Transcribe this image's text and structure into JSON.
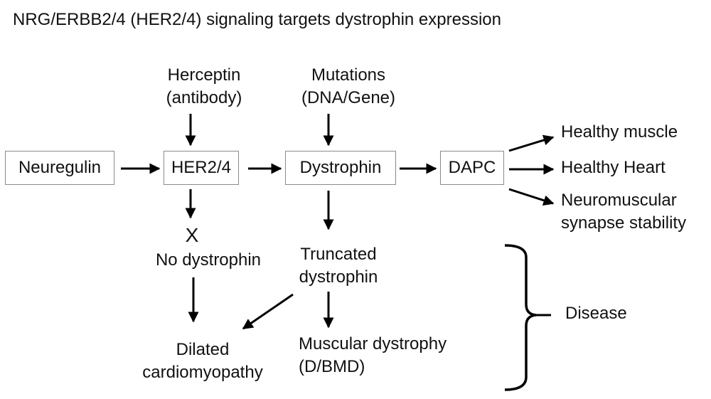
{
  "title": "NRG/ERBB2/4 (HER2/4) signaling targets dystrophin expression",
  "nodes": {
    "neuregulin": "Neuregulin",
    "her": "HER2/4",
    "dystrophin": "Dystrophin",
    "dapc": "DAPC"
  },
  "inputs": {
    "herceptin": [
      "Herceptin",
      "(antibody)"
    ],
    "mutations": [
      "Mutations",
      "(DNA/Gene)"
    ]
  },
  "outcomes": {
    "healthy_muscle": "Healthy muscle",
    "healthy_heart": "Healthy Heart",
    "nmj": [
      "Neuromuscular",
      "synapse stability"
    ]
  },
  "effects": {
    "x_mark": "X",
    "no_dystrophin": "No dystrophin",
    "truncated": [
      "Truncated",
      "dystrophin"
    ],
    "dcm": [
      "Dilated",
      "cardiomyopathy"
    ],
    "md": [
      "Muscular dystrophy",
      "(D/BMD)"
    ]
  },
  "disease": "Disease"
}
